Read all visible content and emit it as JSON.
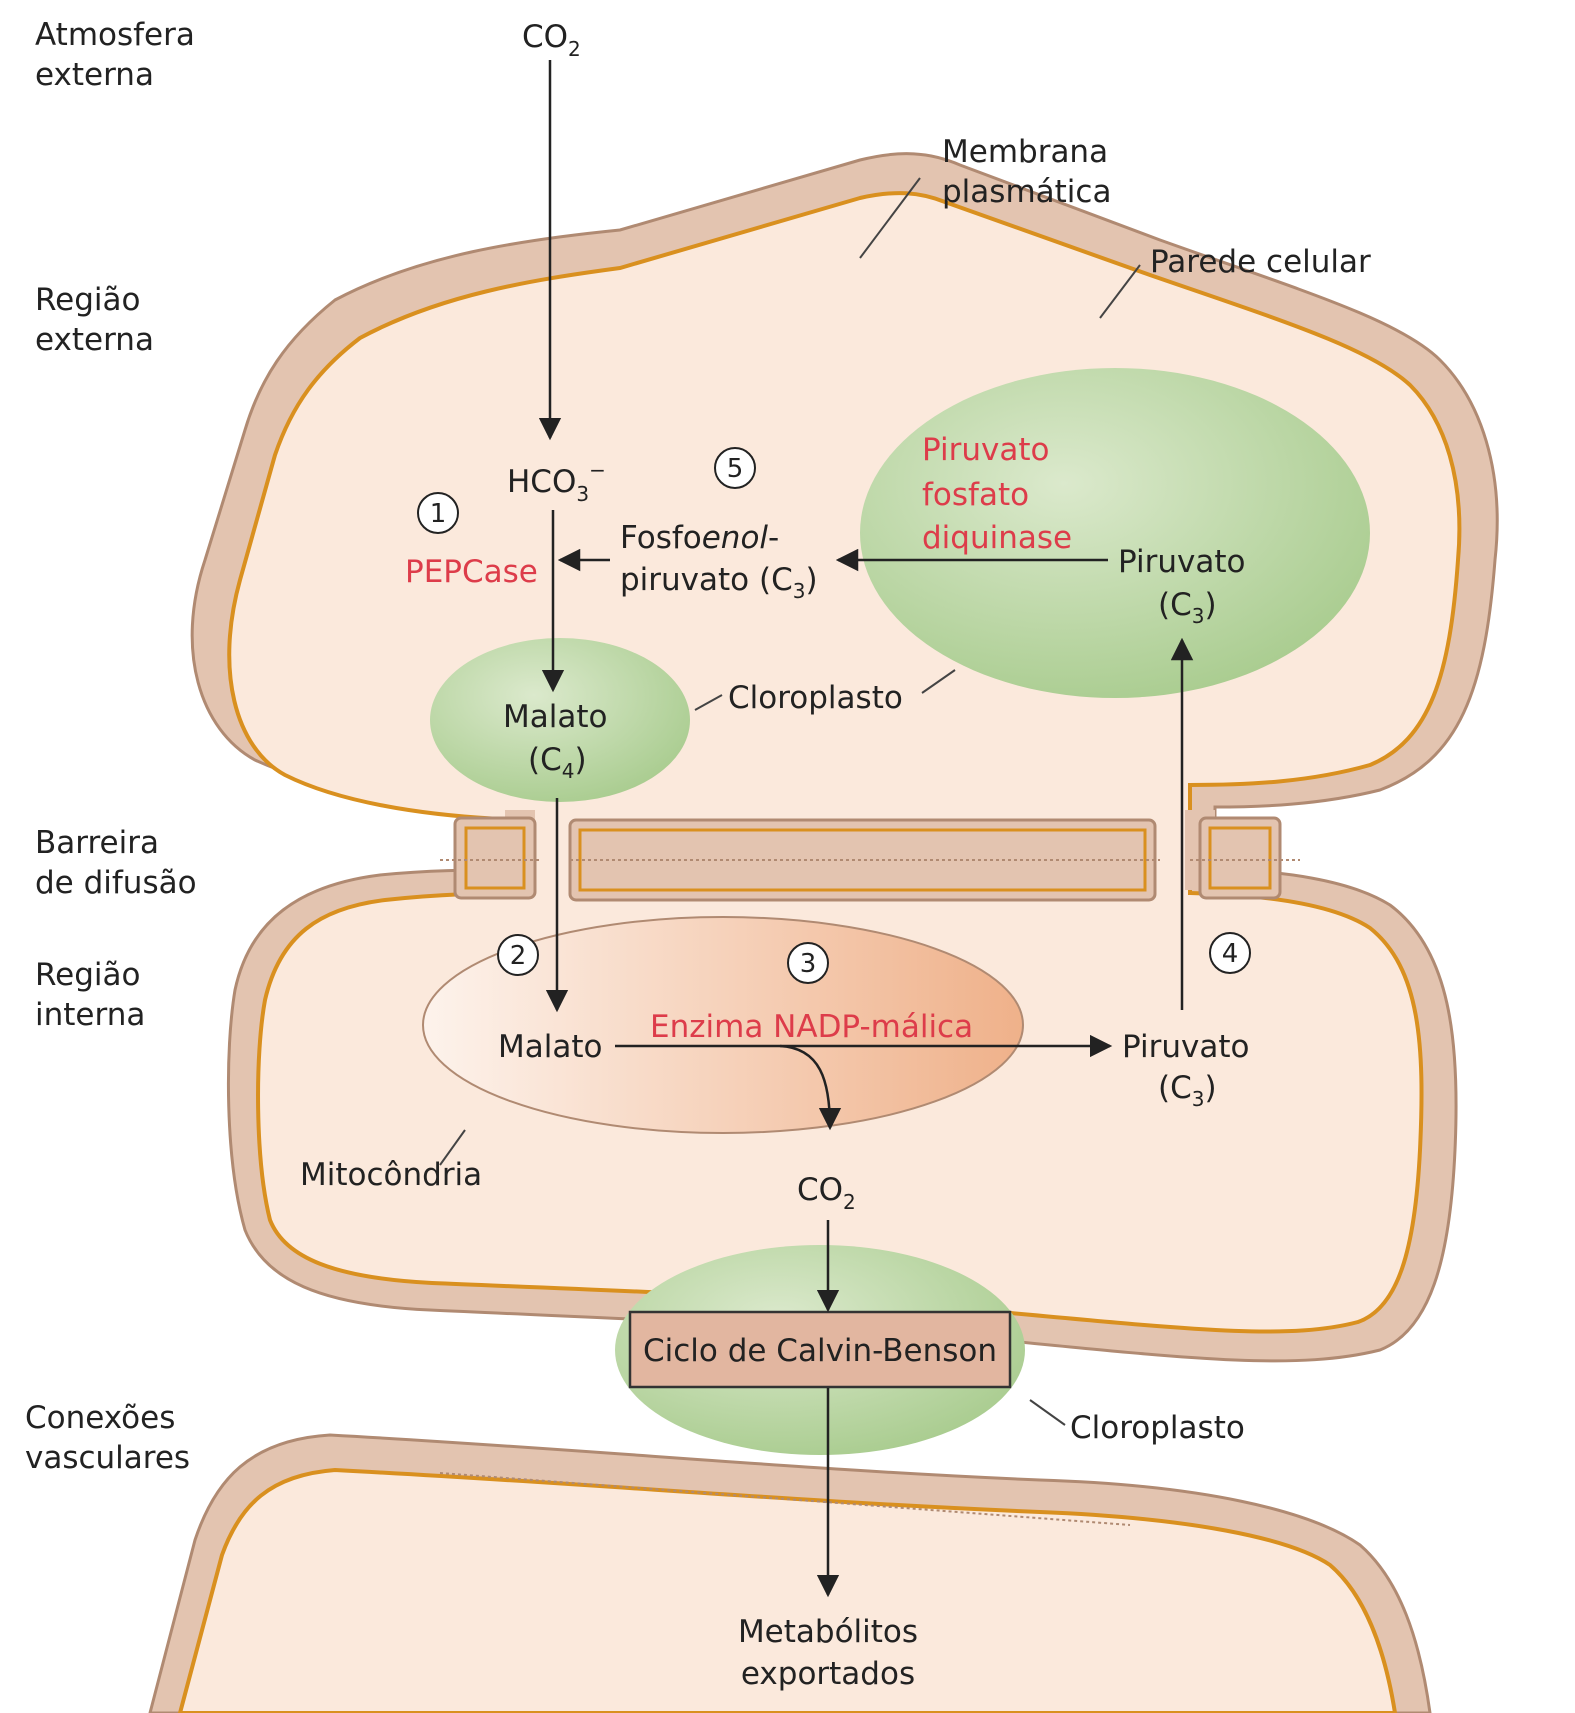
{
  "regions": {
    "atmosphere_l1": "Atmosfera",
    "atmosphere_l2": "externa",
    "outer_l1": "Região",
    "outer_l2": "externa",
    "barrier_l1": "Barreira",
    "barrier_l2": "de difusão",
    "inner_l1": "Região",
    "inner_l2": "interna",
    "vascular_l1": "Conexões",
    "vascular_l2": "vasculares"
  },
  "structures": {
    "membrane_l1": "Membrana",
    "membrane_l2": "plasmática",
    "cell_wall": "Parede celular",
    "chloroplast_small": "Cloroplasto",
    "chloroplast_bottom": "Cloroplasto",
    "mitochondria": "Mitocôndria"
  },
  "molecules": {
    "co2_top": "CO",
    "co2_top_sub": "2",
    "hco3": "HCO",
    "hco3_sub": "3",
    "hco3_sup": "−",
    "pep_l1_a": "Fosfo",
    "pep_l1_b": "enol",
    "pep_l1_c": "-",
    "pep_l2": "piruvato (C",
    "pep_l2_sub": "3",
    "pep_l2_end": ")",
    "pyruvate_top": "Piruvato",
    "pyruvate_top_c": "(C",
    "pyruvate_top_sub": "3",
    "pyruvate_top_end": ")",
    "malate_top": "Malato",
    "malate_top_c": "(C",
    "malate_top_sub": "4",
    "malate_top_end": ")",
    "malate_bottom": "Malato",
    "pyruvate_bottom": "Piruvato",
    "pyruvate_bottom_c": "(C",
    "pyruvate_bottom_sub": "3",
    "pyruvate_bottom_end": ")",
    "co2_bottom": "CO",
    "co2_bottom_sub": "2",
    "calvin": "Ciclo de Calvin-Benson",
    "exported_l1": "Metabólitos",
    "exported_l2": "exportados"
  },
  "enzymes": {
    "pepcase": "PEPCase",
    "ppdk_l1": "Piruvato",
    "ppdk_l2": "fosfato",
    "ppdk_l3": "diquinase",
    "nadp_me": "Enzima NADP-málica"
  },
  "steps": [
    "1",
    "2",
    "3",
    "4",
    "5"
  ],
  "colors": {
    "cell_wall": "#e3c4b0",
    "cell_wall_edge": "#b08a72",
    "membrane": "#d9901f",
    "cytoplasm": "#fbe9dc",
    "chloroplast": "#a9cc8f",
    "mitochondria": "#efb18a",
    "calvin_box": "#e2b6a0",
    "enzyme_text": "#dd3c4a"
  }
}
